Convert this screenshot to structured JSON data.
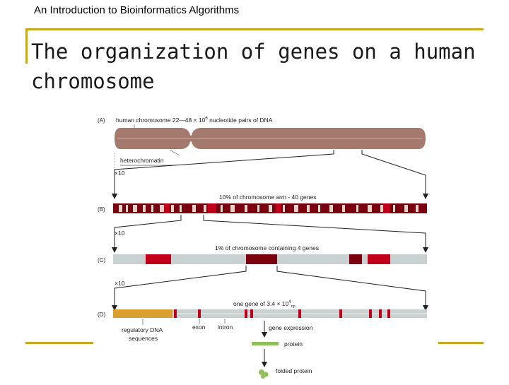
{
  "header": {
    "course_title": "An Introduction to Bioinformatics Algorithms"
  },
  "slide": {
    "title": "The organization of genes on a human chromosome"
  },
  "figure": {
    "panel_a": {
      "label": "(A)",
      "caption": "human chromosome 22—48 × 10",
      "caption_exp": "6",
      "caption_tail": " nucleotide pairs of DNA",
      "heterochromatin": "heterochromatin"
    },
    "zoom1": "×10",
    "panel_b": {
      "label": "(B)",
      "caption": "10% of chromosome arm - 40 genes"
    },
    "zoom2": "×10",
    "panel_c": {
      "label": "(C)",
      "caption": "1% of chromosome containing 4 genes"
    },
    "zoom3": "×10",
    "panel_d": {
      "label": "(D)",
      "gene_caption": "one gene of 3.4 × 10",
      "gene_caption_exp": "4",
      "gene_caption_unit": "np",
      "regulatory_line1": "regulatory DNA",
      "regulatory_line2": "sequences",
      "exon": "exon",
      "intron": "intron",
      "gene_expression": "gene expression",
      "protein": "protein",
      "folded_protein": "folded protein"
    },
    "colors": {
      "chromosome": "#a57a6e",
      "gene_dark": "#7a0010",
      "gene_red": "#c0001a",
      "regulatory": "#d9a030",
      "protein_bar": "#8fc05a"
    }
  }
}
